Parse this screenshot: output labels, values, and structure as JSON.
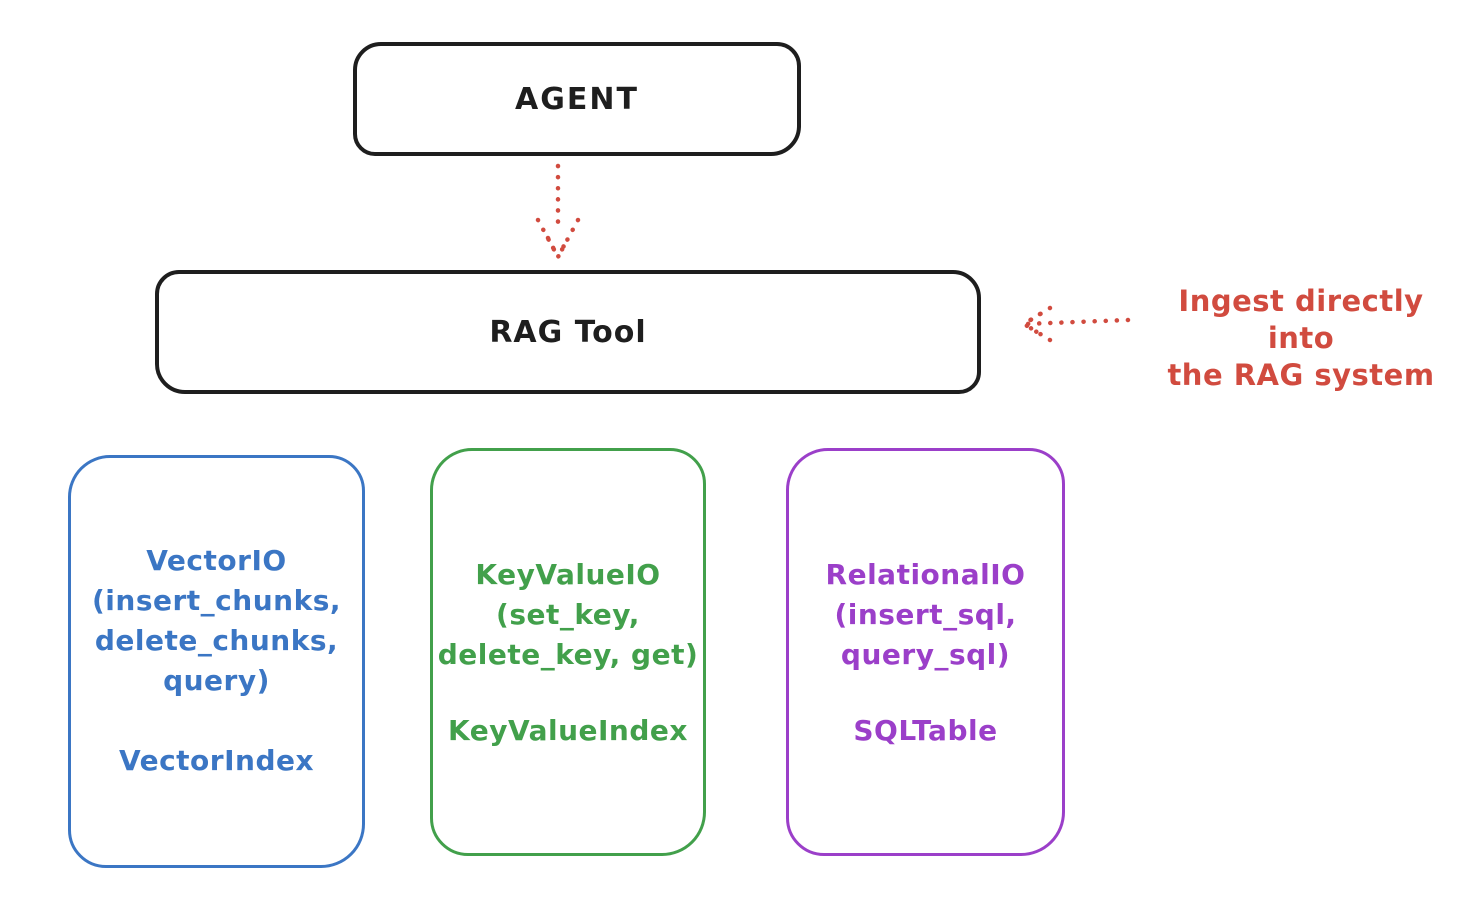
{
  "colors": {
    "ink": "#1e1e1e",
    "red": "#d14b3f",
    "blue": "#3b76c4",
    "green": "#42a04b",
    "purple": "#9b3fc9"
  },
  "nodes": {
    "agent": {
      "label": "AGENT"
    },
    "rag_tool": {
      "label": "RAG Tool"
    }
  },
  "annotation": {
    "line1": "Ingest directly into",
    "line2": "the RAG system"
  },
  "io_boxes": [
    {
      "id": "vector-io",
      "color": "#3b76c4",
      "lines": [
        "VectorIO",
        "(insert_chunks,",
        "delete_chunks,",
        "query)"
      ],
      "index_label": "VectorIndex"
    },
    {
      "id": "keyvalue-io",
      "color": "#42a04b",
      "lines": [
        "KeyValueIO",
        "(set_key,",
        "delete_key, get)"
      ],
      "index_label": "KeyValueIndex"
    },
    {
      "id": "relational-io",
      "color": "#9b3fc9",
      "lines": [
        "RelationalIO",
        "(insert_sql,",
        "query_sql)"
      ],
      "index_label": "SQLTable"
    }
  ]
}
